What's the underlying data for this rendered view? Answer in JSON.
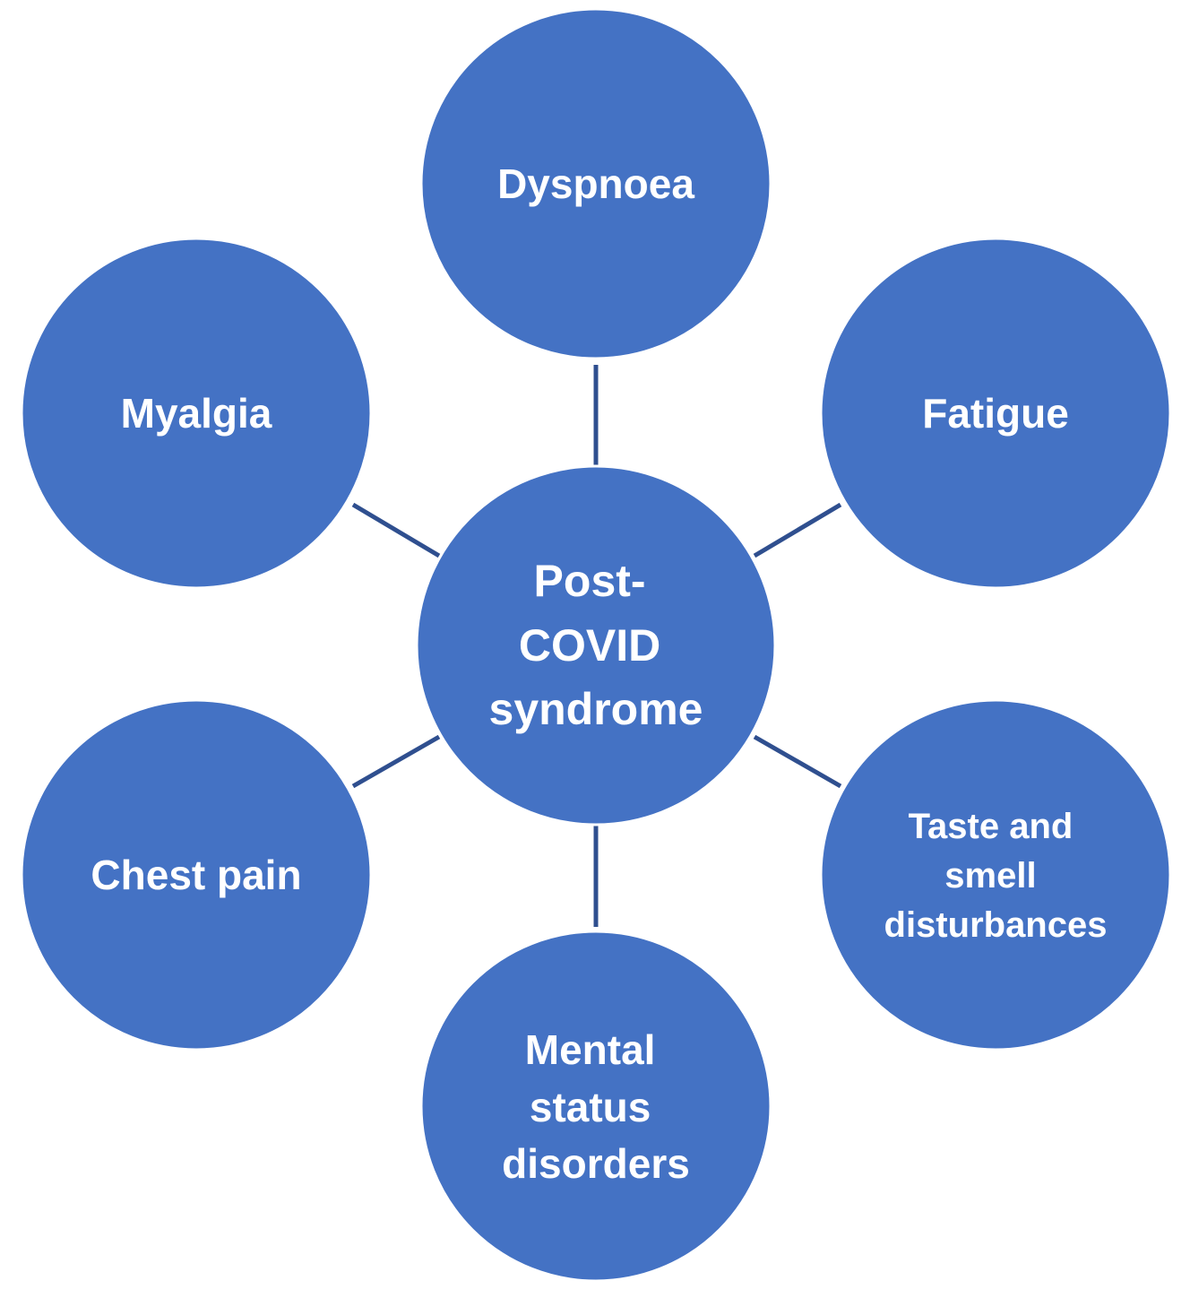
{
  "diagram": {
    "center": {
      "label_lines": [
        "Post-",
        "COVID",
        "syndrome"
      ]
    },
    "nodes": [
      {
        "id": "dyspnoea",
        "label_lines": [
          "Dyspnoea"
        ]
      },
      {
        "id": "fatigue",
        "label_lines": [
          "Fatigue"
        ]
      },
      {
        "id": "taste-smell",
        "label_lines": [
          "Taste and",
          "smell",
          "disturbances"
        ]
      },
      {
        "id": "mental-status",
        "label_lines": [
          "Mental",
          "status",
          "disorders"
        ]
      },
      {
        "id": "chest-pain",
        "label_lines": [
          "Chest pain"
        ]
      },
      {
        "id": "myalgia",
        "label_lines": [
          "Myalgia"
        ]
      }
    ],
    "colors": {
      "node_fill": "#4472C4",
      "connector": "#2F4F8F",
      "text": "#FFFFFF"
    }
  }
}
